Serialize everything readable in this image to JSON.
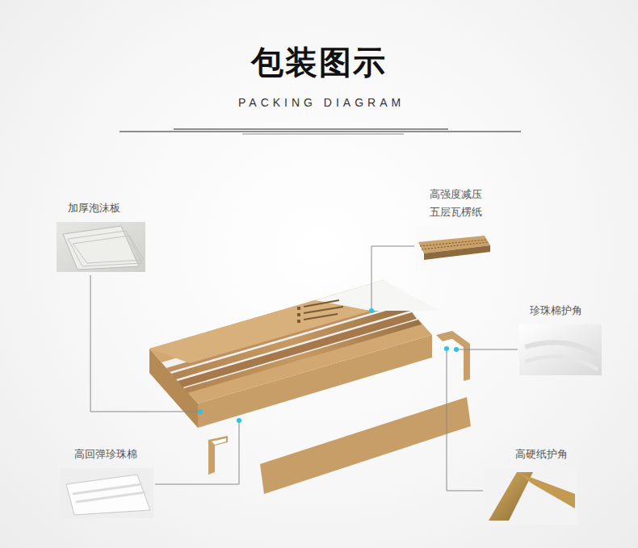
{
  "diagram": {
    "title": "包装图示",
    "labels": [
      "PACKING DIAGRAM",
      "加厚泡沫板",
      "高强度减压 五层瓦楞纸",
      "珍珠棉护角",
      "高回弹珍珠棉",
      "高硬纸护角"
    ]
  }
}
